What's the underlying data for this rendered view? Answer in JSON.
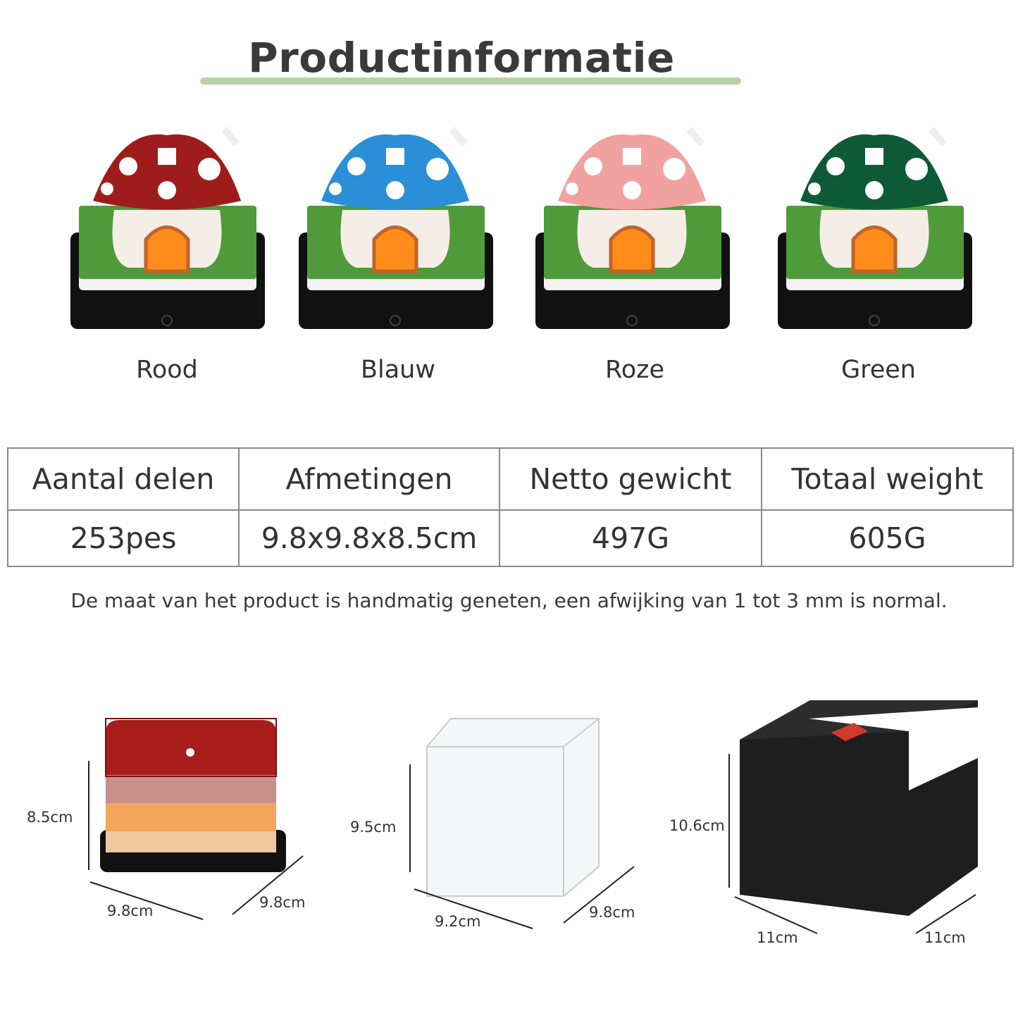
{
  "header": {
    "title": "Productinformatie"
  },
  "variants": [
    {
      "label": "Rood",
      "cap_color": "#9e1c1c"
    },
    {
      "label": "Blauw",
      "cap_color": "#2a8fd6"
    },
    {
      "label": "Roze",
      "cap_color": "#f2a1a1"
    },
    {
      "label": "Green",
      "cap_color": "#0f5a36"
    }
  ],
  "specs": {
    "headers": [
      "Aantal delen",
      "Afmetingen",
      "Netto gewicht",
      "Totaal weight"
    ],
    "values": [
      "253pes",
      "9.8x9.8x8.5cm",
      "497G",
      "605G"
    ]
  },
  "note": "De maat van het product is handmatig geneten, een afwijking van 1 tot 3 mm is normal.",
  "dimensions": {
    "notepad": {
      "height": "8.5cm",
      "width": "9.8cm",
      "depth": "9.8cm"
    },
    "cover": {
      "height": "9.5cm",
      "width": "9.2cm",
      "depth": "9.8cm"
    },
    "box": {
      "height": "10.6cm",
      "width": "11cm",
      "depth": "11cm"
    }
  }
}
